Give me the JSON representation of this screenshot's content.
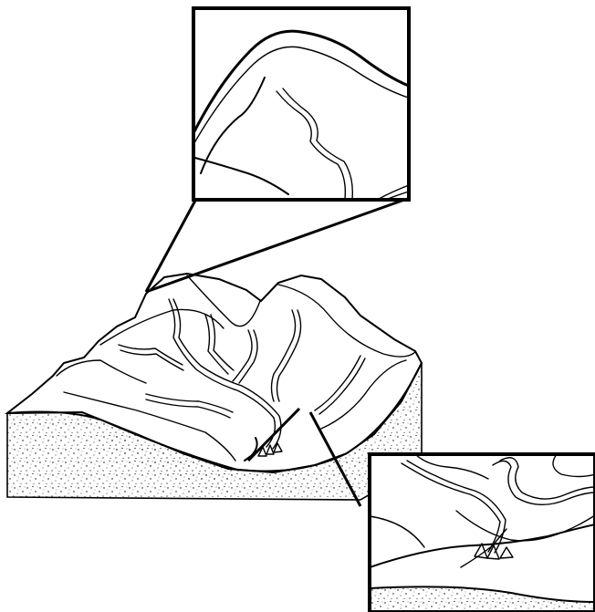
{
  "diagram": {
    "panels": [
      {
        "id": "upper-inset",
        "depicts": "summit-ridge-with-channel"
      },
      {
        "id": "main-block",
        "depicts": "mountain-block-with-drainage-network"
      },
      {
        "id": "lower-inset",
        "depicts": "mountain-front-with-fan"
      }
    ],
    "colors": {
      "ink": "#000000",
      "paper": "#ffffff",
      "sediment_stipple": "#000000"
    }
  }
}
